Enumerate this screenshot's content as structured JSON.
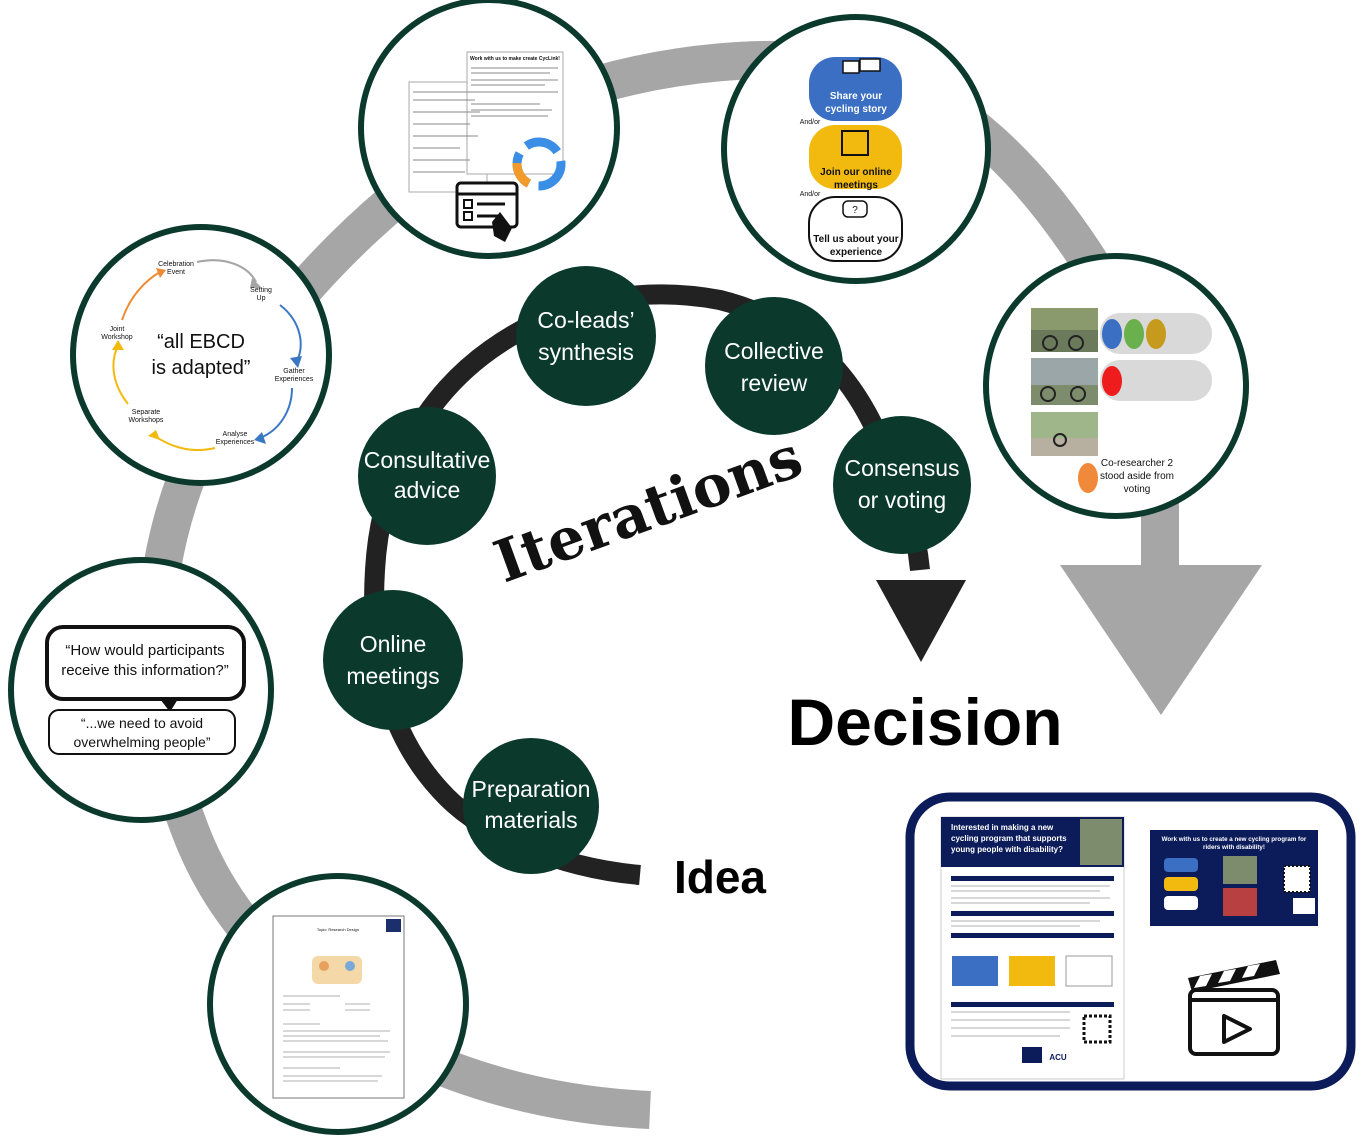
{
  "center": {
    "iterations_label": "Iterations",
    "decision_label": "Decision",
    "idea_label": "Idea"
  },
  "steps": [
    {
      "line1": "Preparation",
      "line2": "materials"
    },
    {
      "line1": "Online",
      "line2": "meetings"
    },
    {
      "line1": "Consultative",
      "line2": "advice"
    },
    {
      "line1": "Co-leads’",
      "line2": "synthesis"
    },
    {
      "line1": "Collective",
      "line2": "review"
    },
    {
      "line1": "Consensus",
      "line2": "or voting"
    }
  ],
  "ebcd_circle": {
    "quote_line1": "“all EBCD",
    "quote_line2": "is adapted”",
    "cycle_labels": [
      {
        "line1": "Celebration",
        "line2": "Event"
      },
      {
        "line1": "Setting",
        "line2": "Up"
      },
      {
        "line1": "Gather",
        "line2": "Experiences"
      },
      {
        "line1": "Analyse",
        "line2": "Experiences"
      },
      {
        "line1": "Separate",
        "line2": "Workshops"
      },
      {
        "line1": "Joint",
        "line2": "Workshop"
      }
    ]
  },
  "speech_circle": {
    "bubble1_line1": "“How would participants",
    "bubble1_line2": "receive this information?”",
    "bubble2_line1": "“...we need to avoid",
    "bubble2_line2": "overwhelming people”"
  },
  "options_circle": {
    "share": {
      "line1": "Share your",
      "line2": "cycling  story"
    },
    "andor1": "And/or",
    "join": {
      "line1": "Join our online",
      "line2": "meetings"
    },
    "andor2": "And/or",
    "tell": {
      "line1": "Tell us about your",
      "line2": "experience"
    }
  },
  "flyer_circle": {
    "headline": "Work with us to make create CycLink!"
  },
  "doc_circle": {
    "title": "Topic: Research Design"
  },
  "vote_circle": {
    "note_line1": "Co-researcher 2",
    "note_line2": "stood aside from",
    "note_line3": "voting"
  },
  "output_panel": {
    "poster_headline_line1": "Interested in making a new",
    "poster_headline_line2": "cycling program that supports",
    "poster_headline_line3": "young people with disability?",
    "slide_headline_line1": "Work with us to create a new cycling program for",
    "slide_headline_line2": "riders with disability!",
    "acu_label": "ACU"
  },
  "colors": {
    "dark_green": "#0b3a2c",
    "arc_gray": "#a6a6a6",
    "arc_dark": "#222222",
    "navy": "#0c1c5a",
    "blue_option": "#3a6fc4",
    "yellow_option": "#f2b90f"
  }
}
